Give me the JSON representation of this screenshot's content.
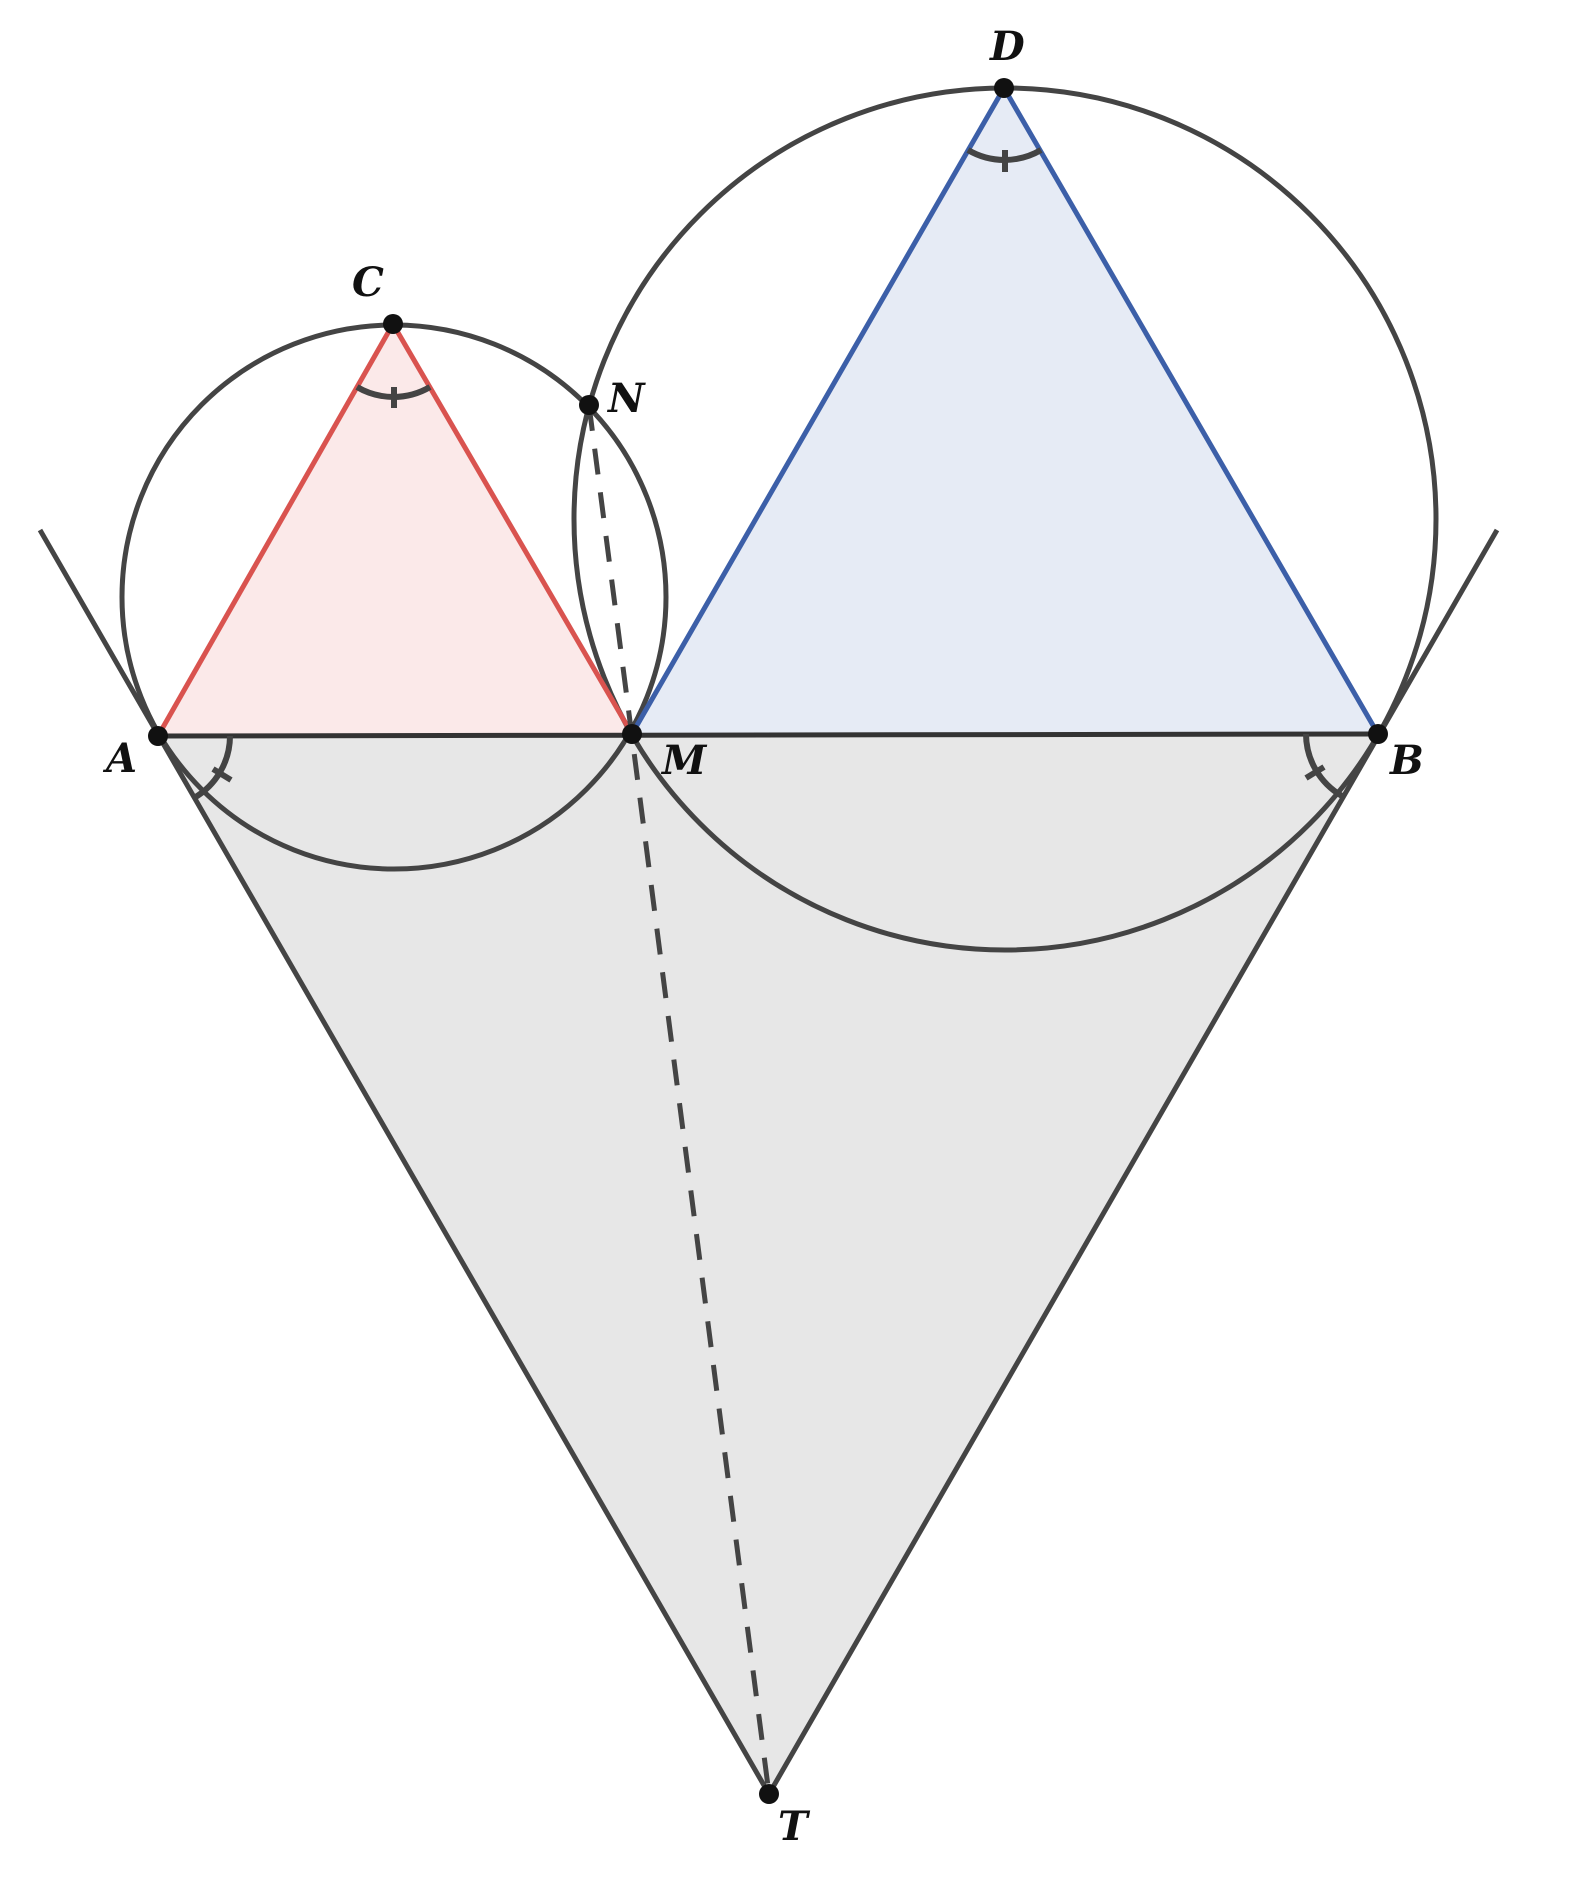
{
  "points": {
    "A": "A",
    "B": "B",
    "C": "C",
    "D": "D",
    "M": "M",
    "N": "N",
    "T": "T"
  },
  "colors": {
    "stroke": "#444444",
    "point": "#111111",
    "red_edge": "#d9534f",
    "red_fill": "#fbe9e9",
    "blue_edge": "#3c5fa8",
    "blue_fill": "#e6ebf5",
    "gray_fill": "#e7e7e7"
  }
}
